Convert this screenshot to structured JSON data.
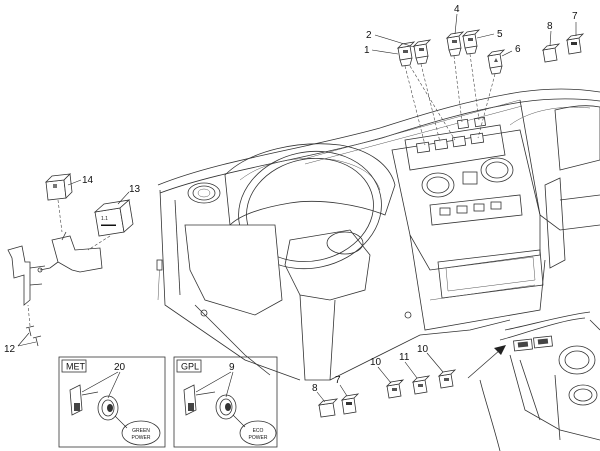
{
  "diagram": {
    "callouts": {
      "c1": "1",
      "c2": "2",
      "c4": "4",
      "c5": "5",
      "c6": "6",
      "c7a": "7",
      "c8a": "8",
      "c14": "14",
      "c13": "13",
      "c12": "12",
      "c8b": "8",
      "c7b": "7",
      "c10a": "10",
      "c11": "11",
      "c10b": "10",
      "c20": "20",
      "c9": "9"
    },
    "insets": {
      "met": {
        "tag": "MET",
        "switch_line1": "GREEN",
        "switch_line2": "POWER"
      },
      "gpl": {
        "tag": "GPL",
        "switch_line1": "ECO",
        "switch_line2": "POWER"
      }
    }
  }
}
